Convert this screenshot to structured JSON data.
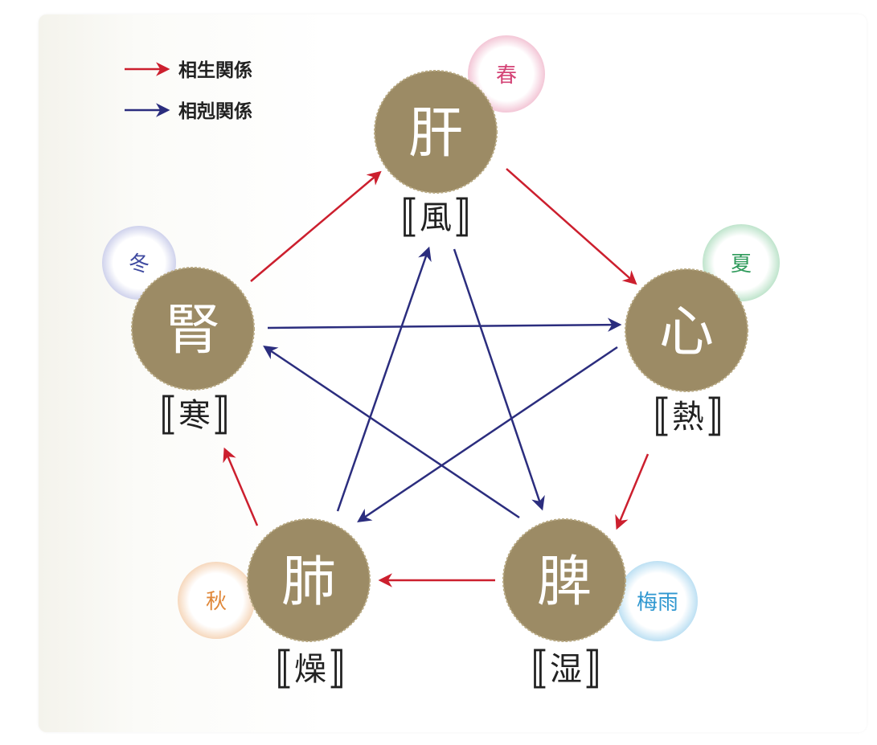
{
  "legend": {
    "generating": {
      "label": "相生関係",
      "color": "#cc1f2e"
    },
    "controlling": {
      "label": "相剋関係",
      "color": "#2b2d7e"
    }
  },
  "organ_fill": "#9c8b65",
  "nodes": {
    "liver": {
      "organ": "肝",
      "element": "風",
      "season": "春",
      "season_color": "#d44577"
    },
    "heart": {
      "organ": "心",
      "element": "熱",
      "season": "夏",
      "season_color": "#2e9a5a"
    },
    "spleen": {
      "organ": "脾",
      "element": "湿",
      "season": "梅雨",
      "season_color": "#2f97d0"
    },
    "lung": {
      "organ": "肺",
      "element": "燥",
      "season": "秋",
      "season_color": "#e0883a"
    },
    "kidney": {
      "organ": "腎",
      "element": "寒",
      "season": "冬",
      "season_color": "#3f4aa0"
    }
  },
  "brackets": {
    "open": "〚",
    "close": "〛"
  }
}
